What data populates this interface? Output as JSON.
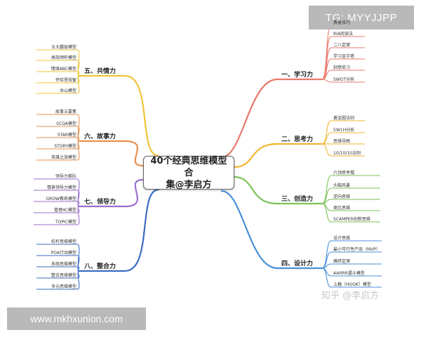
{
  "center": {
    "title_line1": "40个经典思维模型合",
    "title_line2": "集@李启方"
  },
  "branches": [
    {
      "key": "b1",
      "label": "一、学习力",
      "color": "#e8786a",
      "items": [
        "费曼技巧",
        "RIA阅读法",
        "二八定律",
        "学习金字塔",
        "刻意练习",
        "SWOT分析"
      ]
    },
    {
      "key": "b2",
      "label": "二、思考力",
      "color": "#f2b632",
      "items": [
        "黄金圈法则",
        "5W1H分析",
        "思维导图",
        "10/10/10法则"
      ]
    },
    {
      "key": "b3",
      "label": "三、创造力",
      "color": "#7cc25a",
      "items": [
        "六顶思考帽",
        "头脑风暴",
        "逆向思维",
        "类比思维",
        "SCAMPER创新思维"
      ]
    },
    {
      "key": "b4",
      "label": "四、设计力",
      "color": "#4a90d9",
      "items": [
        "设计思维",
        "最小可行性产品（MVP）",
        "峰终定律",
        "AARRR漏斗模型",
        "上瘾（HOOK）模型"
      ]
    },
    {
      "key": "b5",
      "label": "五、共情力",
      "color": "#f0c43a",
      "items": [
        "五大趣层模型",
        "高效倾听模型",
        "情绪ABC模型",
        "乔哈里视窗",
        "冰山模型"
      ]
    },
    {
      "key": "b6",
      "label": "六、故事力",
      "color": "#e8914f",
      "items": [
        "故事五要素",
        "SCQA模型",
        "STAR模型",
        "STORY模型",
        "英雄之旅模型"
      ]
    },
    {
      "key": "b7",
      "label": "七、领导力",
      "color": "#9b6fd1",
      "items": [
        "领导力梯队",
        "情景领导力模型",
        "GROW教练模型",
        "管理4C模型",
        "TOPIC模型"
      ]
    },
    {
      "key": "b8",
      "label": "八、整合力",
      "color": "#3b6cc4",
      "items": [
        "杠杆思维模型",
        "POA行动模型",
        "系统思维模型",
        "整合思维模型",
        "多元思维模型"
      ]
    }
  ],
  "overlays": {
    "tg": "TG: MYYJJPP",
    "website": "www.mkhxunion.com",
    "zhihu": "知乎 @李启方"
  }
}
